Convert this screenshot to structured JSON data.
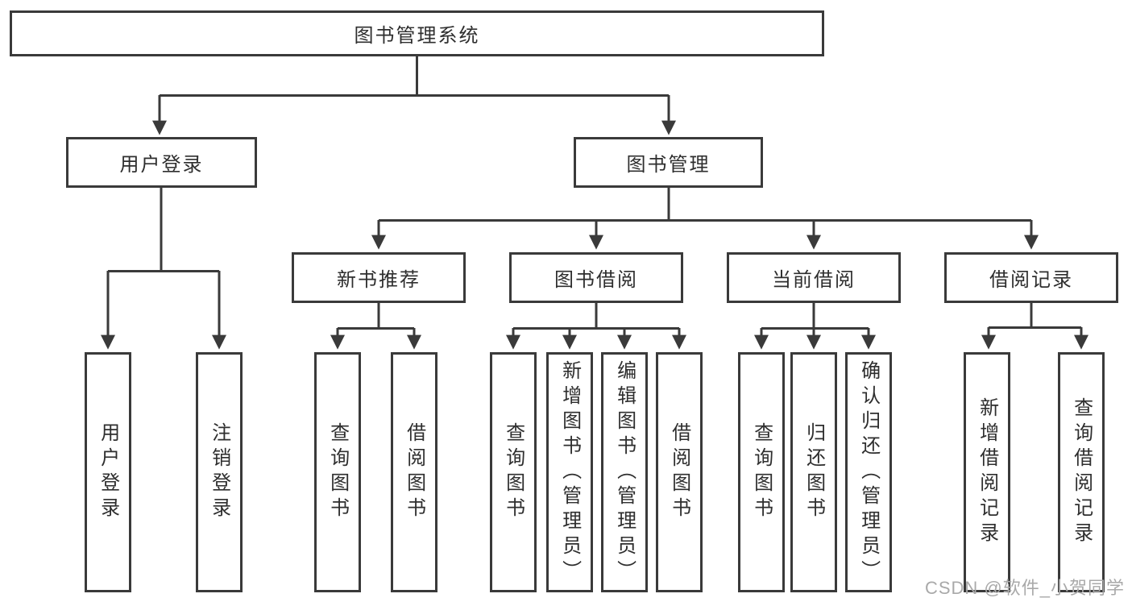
{
  "diagram": {
    "root": {
      "label": "图书管理系统"
    },
    "children": [
      {
        "label": "用户登录",
        "children": [
          {
            "label": "用户登录"
          },
          {
            "label": "注销登录"
          }
        ]
      },
      {
        "label": "图书管理",
        "children": [
          {
            "label": "新书推荐",
            "children": [
              {
                "label": "查询图书"
              },
              {
                "label": "借阅图书"
              }
            ]
          },
          {
            "label": "图书借阅",
            "children": [
              {
                "label": "查询图书"
              },
              {
                "label": "新增图书（管理员）"
              },
              {
                "label": "编辑图书（管理员）"
              },
              {
                "label": "借阅图书"
              }
            ]
          },
          {
            "label": "当前借阅",
            "children": [
              {
                "label": "查询图书"
              },
              {
                "label": "归还图书"
              },
              {
                "label": "确认归还（管理员）"
              }
            ]
          },
          {
            "label": "借阅记录",
            "children": [
              {
                "label": "新增借阅记录"
              },
              {
                "label": "查询借阅记录"
              }
            ]
          }
        ]
      }
    ]
  },
  "watermark": {
    "text": "CSDN @软件_小贺同学"
  },
  "colors": {
    "line": "#3a3a3a",
    "text": "#2e2e2e",
    "watermark": "#a9a9a9",
    "background": "#ffffff"
  }
}
